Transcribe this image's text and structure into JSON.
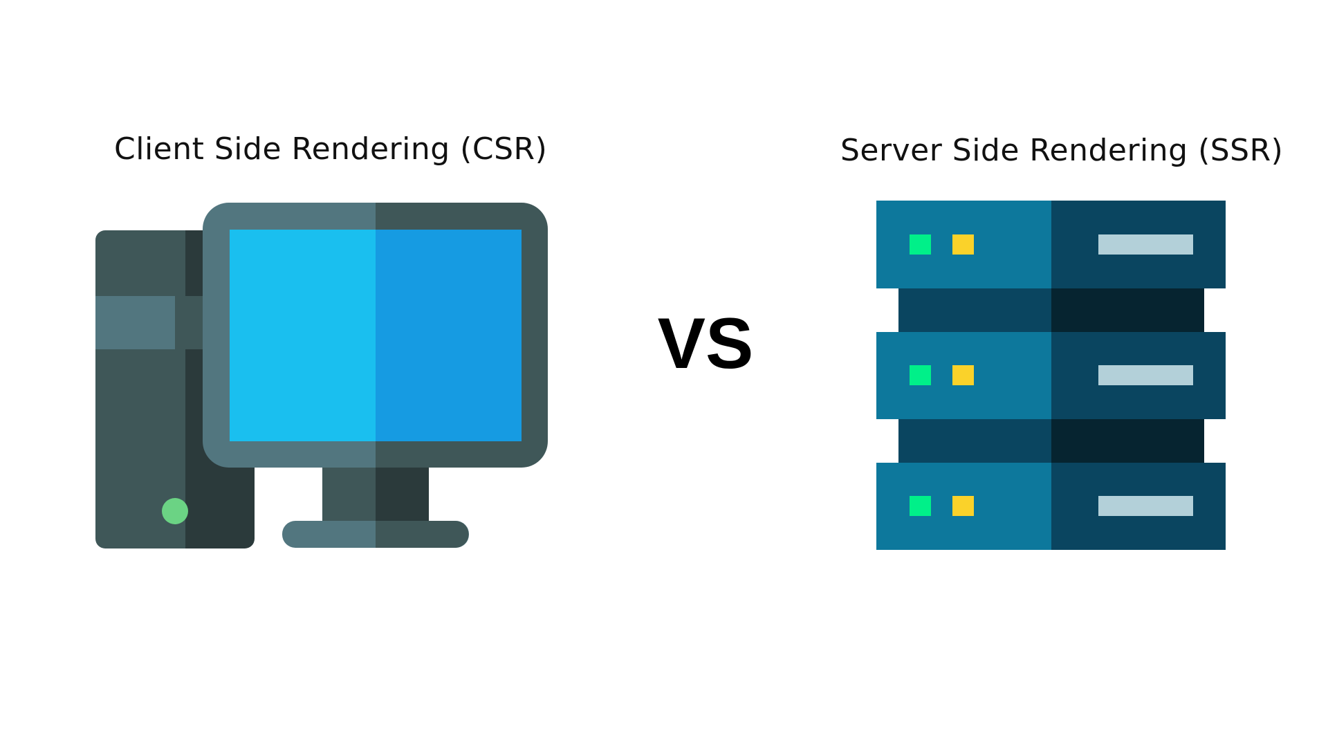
{
  "csr": {
    "title": "Client Side Rendering (CSR)",
    "icon": "desktop-computer-icon"
  },
  "vs": {
    "label": "VS"
  },
  "ssr": {
    "title": "Server Side Rendering (SSR)",
    "icon": "server-rack-icon"
  },
  "colors": {
    "tower_light": "#3f5758",
    "tower_dark": "#2b3a3b",
    "tower_band_light": "#52767f",
    "tower_band_dark": "#3f5758",
    "power_led": "#6bd384",
    "monitor_frame_light": "#52767f",
    "monitor_frame_dark": "#3f5758",
    "screen_left": "#1abfef",
    "screen_right": "#169be2",
    "server_unit_light": "#0d789c",
    "server_unit_dark": "#0a4560",
    "server_gap_light": "#0a4560",
    "server_gap_dark": "#062430",
    "led_green": "#00f089",
    "led_yellow": "#fad22a",
    "drive_slot": "#b3d0d9"
  }
}
